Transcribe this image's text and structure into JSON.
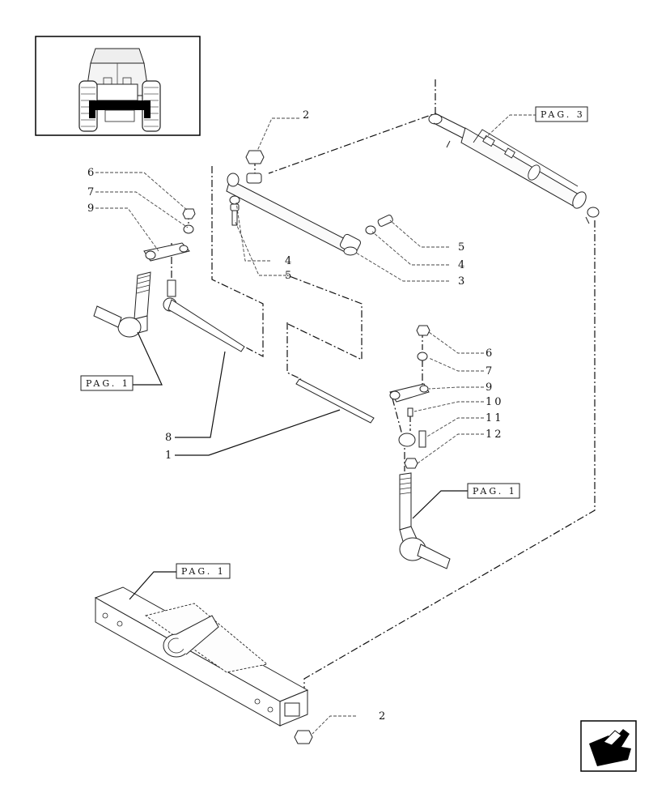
{
  "diagram": {
    "callouts": [
      {
        "id": "callout-2-top",
        "text": "2"
      },
      {
        "id": "callout-6-left",
        "text": "6"
      },
      {
        "id": "callout-7-left",
        "text": "7"
      },
      {
        "id": "callout-9-left",
        "text": "9"
      },
      {
        "id": "callout-4-left",
        "text": "4"
      },
      {
        "id": "callout-5-left",
        "text": "5"
      },
      {
        "id": "callout-5-right",
        "text": "5"
      },
      {
        "id": "callout-4-right",
        "text": "4"
      },
      {
        "id": "callout-3",
        "text": "3"
      },
      {
        "id": "callout-6-right",
        "text": "6"
      },
      {
        "id": "callout-7-right",
        "text": "7"
      },
      {
        "id": "callout-9-right",
        "text": "9"
      },
      {
        "id": "callout-10",
        "text": "10"
      },
      {
        "id": "callout-11",
        "text": "11"
      },
      {
        "id": "callout-12",
        "text": "12"
      },
      {
        "id": "callout-8",
        "text": "8"
      },
      {
        "id": "callout-1",
        "text": "1"
      },
      {
        "id": "callout-2-bottom",
        "text": "2"
      }
    ],
    "page_refs": [
      {
        "id": "pag-3",
        "text": "PAG. 3"
      },
      {
        "id": "pag-1-left",
        "text": "PAG. 1"
      },
      {
        "id": "pag-1-right",
        "text": "PAG. 1"
      },
      {
        "id": "pag-1-axle",
        "text": "PAG. 1"
      }
    ]
  },
  "icons": {
    "thumbnail": "tractor-front-view-icon",
    "nav": "back-arrow-icon"
  }
}
